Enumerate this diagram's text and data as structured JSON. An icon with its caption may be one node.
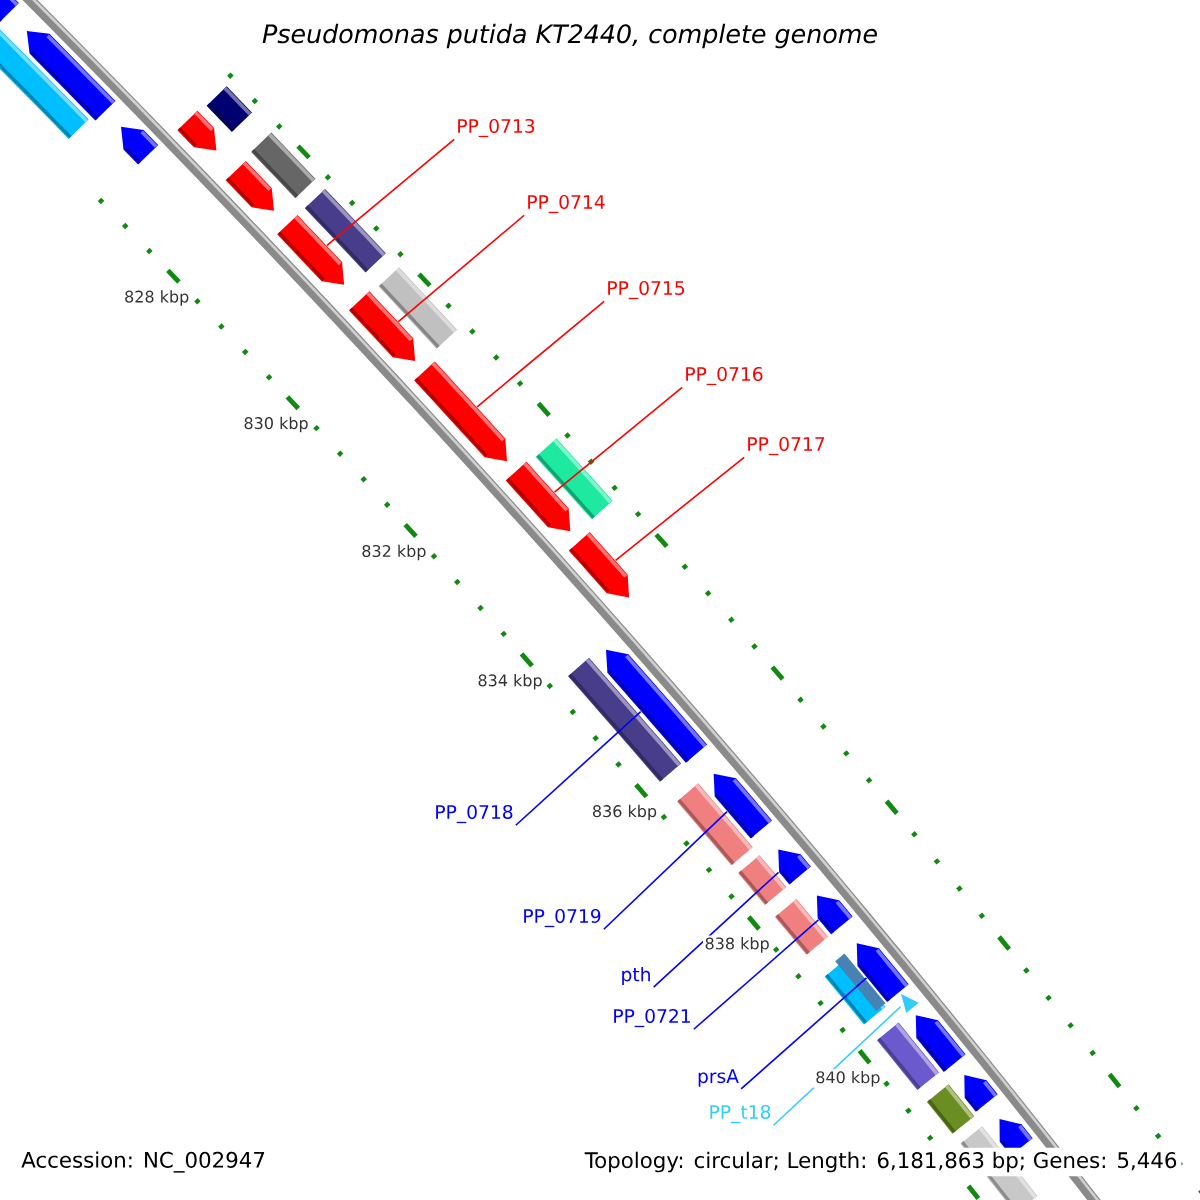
{
  "diagram": {
    "title": "Pseudomonas putida KT2440, complete genome",
    "nodes": [
      {
        "text": [
          "PP_0713"
        ]
      },
      {
        "text": [
          "PP_0714"
        ]
      },
      {
        "text": [
          "PP_0715"
        ]
      },
      {
        "text": [
          "PP_0716"
        ]
      },
      {
        "text": [
          "PP_0717"
        ]
      },
      {
        "text": [
          "PP_0718"
        ]
      },
      {
        "text": [
          "PP_0719"
        ]
      },
      {
        "text": [
          "pth"
        ]
      },
      {
        "text": [
          "PP_0721"
        ]
      },
      {
        "text": [
          "prsA"
        ]
      },
      {
        "text": [
          "PP_t18"
        ]
      },
      {
        "text": [],
        "shape": "arrow"
      },
      {
        "text": [],
        "shape": "arrow"
      },
      {
        "text": [],
        "shape": "arrow"
      },
      {
        "text": [],
        "shape": "arrow"
      },
      {
        "text": [],
        "shape": "arrow"
      },
      {
        "text": [],
        "shape": "arrow"
      },
      {
        "text": [],
        "shape": "arrow"
      },
      {
        "text": [],
        "shape": "arrow"
      },
      {
        "text": [],
        "shape": "arrow"
      },
      {
        "text": [],
        "shape": "arrow"
      },
      {
        "text": [],
        "shape": "arrow"
      },
      {
        "text": [],
        "shape": "arrow"
      },
      {
        "text": [],
        "shape": "arrow"
      },
      {
        "text": [],
        "shape": "bar"
      },
      {
        "text": [],
        "shape": "bar"
      },
      {
        "text": [],
        "shape": "bar"
      },
      {
        "text": [],
        "shape": "bar"
      },
      {
        "text": [],
        "shape": "bar"
      },
      {
        "text": [],
        "shape": "arrow"
      },
      {
        "text": [],
        "shape": "arrow"
      },
      {
        "text": [],
        "shape": "arrow"
      },
      {
        "text": [],
        "shape": "arrow"
      },
      {
        "text": [],
        "shape": "arrow"
      },
      {
        "text": [],
        "shape": "arrow"
      },
      {
        "text": [],
        "shape": "bar"
      },
      {
        "text": [],
        "shape": "bar"
      },
      {
        "text": [],
        "shape": "bar"
      },
      {
        "text": [],
        "shape": "bar"
      },
      {
        "text": [],
        "shape": "bar"
      },
      {
        "text": [],
        "shape": "bar"
      },
      {
        "text": [],
        "shape": "bar"
      },
      {
        "text": [],
        "shape": "bar"
      },
      {
        "text": [],
        "shape": "bar"
      },
      {
        "text": [],
        "shape": "bar"
      }
    ],
    "edges": [
      {
        "from": 0,
        "to": 11,
        "arrow": "none",
        "color": "#ff0000"
      },
      {
        "from": 1,
        "to": 12,
        "arrow": "none",
        "color": "#ff0000"
      },
      {
        "from": 2,
        "to": 13,
        "arrow": "none",
        "color": "#ff0000"
      },
      {
        "from": 3,
        "to": 14,
        "arrow": "none",
        "color": "#ff0000"
      },
      {
        "from": 4,
        "to": 15,
        "arrow": "none",
        "color": "#ff0000"
      },
      {
        "from": 5,
        "to": 16,
        "arrow": "none",
        "color": "#0000ff"
      },
      {
        "from": 6,
        "to": 17,
        "arrow": "none",
        "color": "#0000ff"
      },
      {
        "from": 7,
        "to": 18,
        "arrow": "none",
        "color": "#0000ff"
      },
      {
        "from": 8,
        "to": 19,
        "arrow": "none",
        "color": "#0000ff"
      },
      {
        "from": 9,
        "to": 20,
        "arrow": "none",
        "color": "#0000ff"
      },
      {
        "from": 10,
        "to": 21,
        "arrow": "none",
        "color": "#33ccff"
      }
    ],
    "labels": [
      "828 kbp",
      "830 kbp",
      "832 kbp",
      "834 kbp",
      "836 kbp",
      "838 kbp",
      "840 kbp",
      "Accession: NC_002947",
      "Topology: circular; Length: 6,181,863 bp; Genes: 5,446"
    ]
  }
}
